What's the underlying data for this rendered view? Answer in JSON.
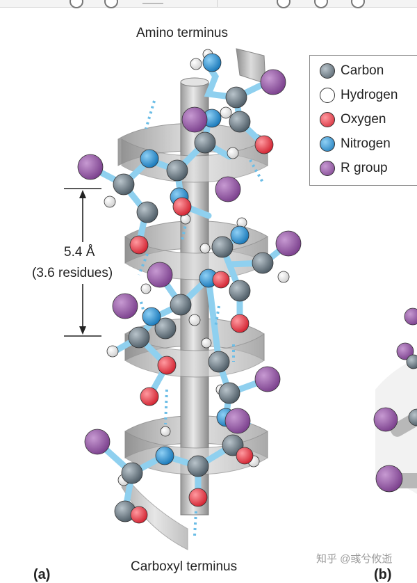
{
  "diagram": {
    "top_label": "Amino terminus",
    "bottom_label": "Carboxyl terminus",
    "measurement": {
      "distance": "5.4 Å",
      "residues": "(3.6 residues)"
    },
    "panel_labels": [
      "(a)",
      "(b)"
    ],
    "watermark": "知乎 @彧兮攸逝"
  },
  "legend": {
    "items": [
      {
        "label": "Carbon",
        "color": "#6f7e88"
      },
      {
        "label": "Hydrogen",
        "color": "#ffffff"
      },
      {
        "label": "Oxygen",
        "color": "#e8434f"
      },
      {
        "label": "Nitrogen",
        "color": "#2f93d3"
      },
      {
        "label": "R group",
        "color": "#9a5aa8"
      }
    ]
  },
  "colors": {
    "bond": "#8fd0ef",
    "hbond": "#6bbde6",
    "ribbon": "#cfcfcf",
    "ribbon_dark": "#9c9c9c",
    "cylinder": "#c4c4c4"
  }
}
